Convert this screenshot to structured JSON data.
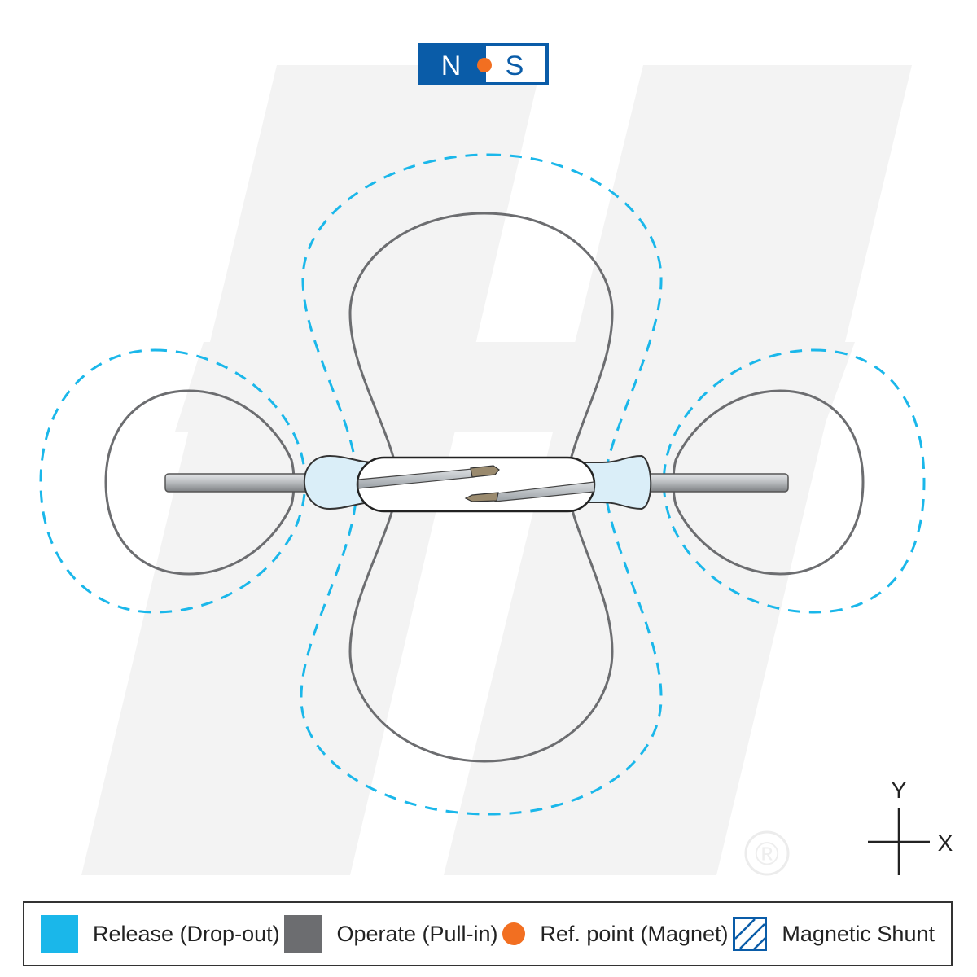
{
  "magnet": {
    "north": "N",
    "south": "S"
  },
  "axes": {
    "y": "Y",
    "x": "X"
  },
  "watermark": {
    "reg_mark": "®"
  },
  "legend": {
    "items": [
      {
        "label": "Release (Drop-out)",
        "swatch": "release-swatch",
        "color": "#1ab7ea"
      },
      {
        "label": "Operate (Pull-in)",
        "swatch": "operate-swatch",
        "color": "#6c6d70"
      },
      {
        "label": "Ref. point (Magnet)",
        "swatch": "ref-point-dot",
        "color": "#f26f21"
      },
      {
        "label": "Magnetic Shunt",
        "swatch": "hatched-square",
        "color": "#0a5ca8"
      }
    ]
  },
  "colors": {
    "release": "#1ab7ea",
    "operate": "#6c6d70",
    "reference": "#f26f21",
    "magnet": "#0a5ca8",
    "watermark": "#f2f2f2"
  }
}
